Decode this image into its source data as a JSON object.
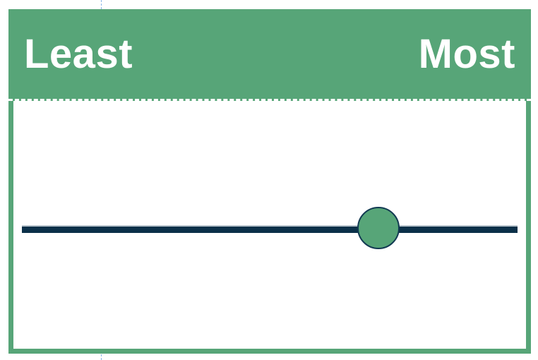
{
  "slide": {
    "guide_color": "#8ab6e8",
    "panel": {
      "frame_color": "#57a578",
      "body_color": "#ffffff"
    },
    "header": {
      "background_color": "#57a578",
      "text_color": "#ffffff",
      "left_label": "Least",
      "right_label": "Most"
    },
    "slider": {
      "track_color": "#0b3049",
      "track_highlight_color": "#b9c5cd",
      "knob_fill_color": "#57a578",
      "knob_border_color": "#123a52",
      "knob_position_percent": 72,
      "min_label": "Least",
      "max_label": "Most"
    }
  }
}
